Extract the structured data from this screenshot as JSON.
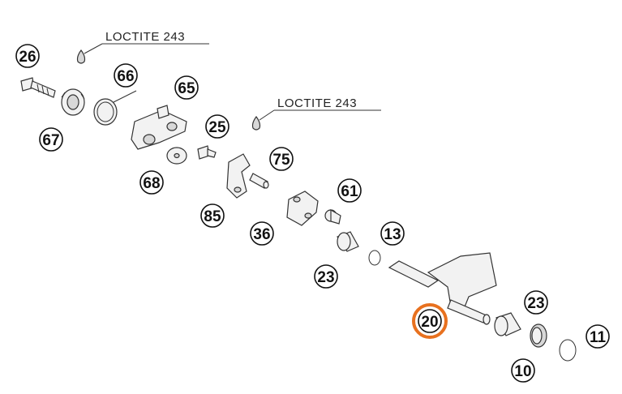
{
  "notes": [
    {
      "id": "note-1",
      "text": "LOCTITE 243"
    },
    {
      "id": "note-2",
      "text": "LOCTITE 243"
    }
  ],
  "callouts": [
    {
      "id": "c26",
      "label": "26",
      "highlight": false
    },
    {
      "id": "c66",
      "label": "66",
      "highlight": false
    },
    {
      "id": "c65",
      "label": "65",
      "highlight": false
    },
    {
      "id": "c67",
      "label": "67",
      "highlight": false
    },
    {
      "id": "c25",
      "label": "25",
      "highlight": false
    },
    {
      "id": "c75",
      "label": "75",
      "highlight": false
    },
    {
      "id": "c68",
      "label": "68",
      "highlight": false
    },
    {
      "id": "c61",
      "label": "61",
      "highlight": false
    },
    {
      "id": "c85",
      "label": "85",
      "highlight": false
    },
    {
      "id": "c36",
      "label": "36",
      "highlight": false
    },
    {
      "id": "c13",
      "label": "13",
      "highlight": false
    },
    {
      "id": "c23a",
      "label": "23",
      "highlight": false
    },
    {
      "id": "c23b",
      "label": "23",
      "highlight": false
    },
    {
      "id": "c20",
      "label": "20",
      "highlight": true
    },
    {
      "id": "c11",
      "label": "11",
      "highlight": false
    },
    {
      "id": "c10",
      "label": "10",
      "highlight": false
    }
  ],
  "colors": {
    "highlight": "#e8711f",
    "line": "#333333",
    "part_fill": "#f2f2f2"
  }
}
